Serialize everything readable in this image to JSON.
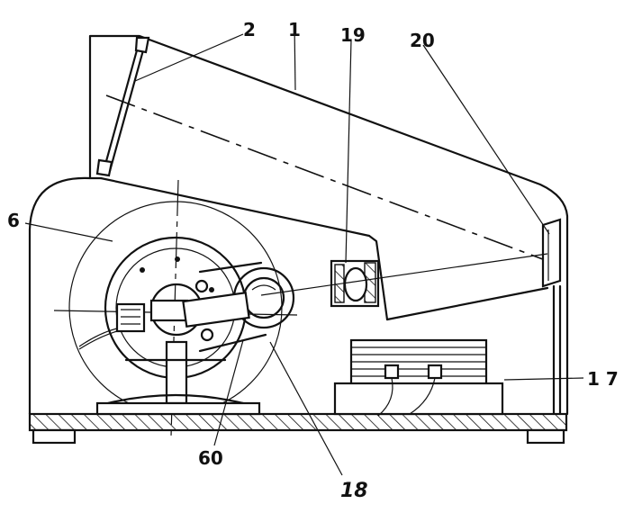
{
  "figure": {
    "callouts": [
      {
        "id": "label-1",
        "text": "1"
      },
      {
        "id": "label-2",
        "text": "2"
      },
      {
        "id": "label-19",
        "text": "19"
      },
      {
        "id": "label-20",
        "text": "20"
      },
      {
        "id": "label-6",
        "text": "6"
      },
      {
        "id": "label-17",
        "text": "1 7"
      },
      {
        "id": "label-60",
        "text": "60"
      },
      {
        "id": "label-18",
        "text": "18"
      }
    ]
  }
}
